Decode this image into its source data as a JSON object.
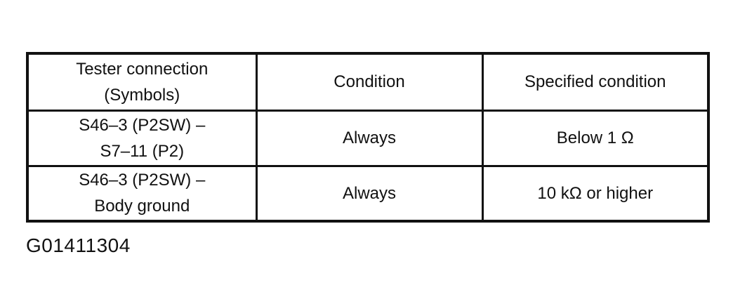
{
  "table": {
    "columns": [
      {
        "label": "Tester connection\n(Symbols)"
      },
      {
        "label": "Condition"
      },
      {
        "label": "Specified condition"
      }
    ],
    "rows": [
      {
        "tester_connection": "S46–3 (P2SW) –\nS7–11 (P2)",
        "condition": "Always",
        "specified_condition": "Below 1 Ω"
      },
      {
        "tester_connection": "S46–3 (P2SW) –\nBody ground",
        "condition": "Always",
        "specified_condition": "10 kΩ or higher"
      }
    ]
  },
  "caption": {
    "figure_id": "G01411304"
  },
  "colors": {
    "background": "#ffffff",
    "ink": "#111111"
  }
}
